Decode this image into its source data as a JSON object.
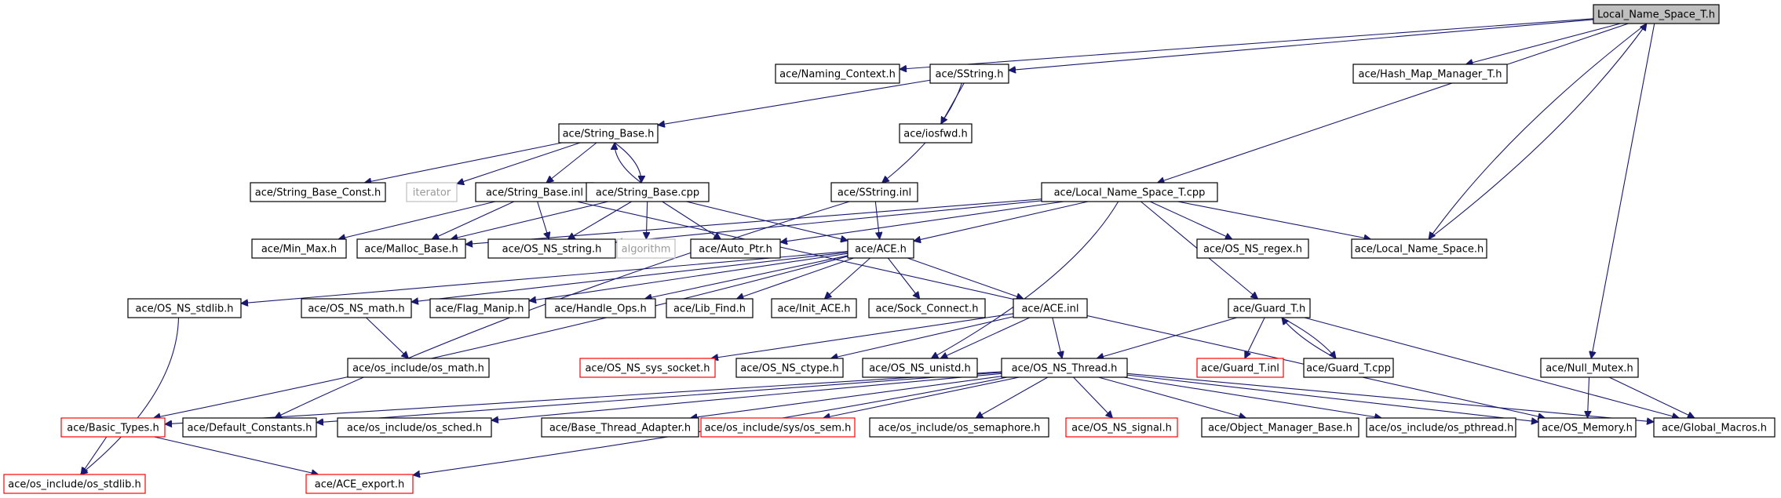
{
  "colors": {
    "edge": "#191970",
    "broken_border": "#ff0000",
    "system_border": "#bfbfbf",
    "root_fill": "#bfbfbf"
  },
  "nodes": {
    "root": {
      "label": "Local_Name_Space_T.h"
    },
    "naming_context": {
      "label": "ace/Naming_Context.h"
    },
    "sstring": {
      "label": "ace/SString.h"
    },
    "hash_map": {
      "label": "ace/Hash_Map_Manager_T.h"
    },
    "string_base": {
      "label": "ace/String_Base.h"
    },
    "iosfwd": {
      "label": "ace/iosfwd.h"
    },
    "string_base_const": {
      "label": "ace/String_Base_Const.h"
    },
    "iterator": {
      "label": "iterator"
    },
    "string_base_inl": {
      "label": "ace/String_Base.inl"
    },
    "string_base_cpp": {
      "label": "ace/String_Base.cpp"
    },
    "sstring_inl": {
      "label": "ace/SString.inl"
    },
    "local_ns_cpp": {
      "label": "ace/Local_Name_Space_T.cpp"
    },
    "min_max": {
      "label": "ace/Min_Max.h"
    },
    "malloc_base": {
      "label": "ace/Malloc_Base.h"
    },
    "os_ns_string": {
      "label": "ace/OS_NS_string.h"
    },
    "algorithm": {
      "label": "algorithm"
    },
    "auto_ptr": {
      "label": "ace/Auto_Ptr.h"
    },
    "ace_h": {
      "label": "ace/ACE.h"
    },
    "os_ns_regex": {
      "label": "ace/OS_NS_regex.h"
    },
    "local_ns_h": {
      "label": "ace/Local_Name_Space.h"
    },
    "os_ns_stdlib": {
      "label": "ace/OS_NS_stdlib.h"
    },
    "os_ns_math": {
      "label": "ace/OS_NS_math.h"
    },
    "flag_manip": {
      "label": "ace/Flag_Manip.h"
    },
    "handle_ops": {
      "label": "ace/Handle_Ops.h"
    },
    "lib_find": {
      "label": "ace/Lib_Find.h"
    },
    "init_ace": {
      "label": "ace/Init_ACE.h"
    },
    "sock_connect": {
      "label": "ace/Sock_Connect.h"
    },
    "ace_inl": {
      "label": "ace/ACE.inl"
    },
    "guard_t_h": {
      "label": "ace/Guard_T.h"
    },
    "os_math": {
      "label": "ace/os_include/os_math.h"
    },
    "os_ns_sys_socket": {
      "label": "ace/OS_NS_sys_socket.h"
    },
    "os_ns_ctype": {
      "label": "ace/OS_NS_ctype.h"
    },
    "os_ns_unistd": {
      "label": "ace/OS_NS_unistd.h"
    },
    "guard_t_inl": {
      "label": "ace/Guard_T.inl"
    },
    "guard_t_cpp": {
      "label": "ace/Guard_T.cpp"
    },
    "null_mutex": {
      "label": "ace/Null_Mutex.h"
    },
    "os_ns_thread": {
      "label": "ace/OS_NS_Thread.h"
    },
    "basic_types": {
      "label": "ace/Basic_Types.h"
    },
    "default_constants": {
      "label": "ace/Default_Constants.h"
    },
    "os_sched": {
      "label": "ace/os_include/os_sched.h"
    },
    "base_thread_adapter": {
      "label": "ace/Base_Thread_Adapter.h"
    },
    "os_sys_sem": {
      "label": "ace/os_include/sys/os_sem.h"
    },
    "os_semaphore": {
      "label": "ace/os_include/os_semaphore.h"
    },
    "os_ns_signal": {
      "label": "ace/OS_NS_signal.h"
    },
    "object_manager_base": {
      "label": "ace/Object_Manager_Base.h"
    },
    "os_pthread": {
      "label": "ace/os_include/os_pthread.h"
    },
    "os_memory": {
      "label": "ace/OS_Memory.h"
    },
    "global_macros": {
      "label": "ace/Global_Macros.h"
    },
    "os_stdlib": {
      "label": "ace/os_include/os_stdlib.h"
    },
    "ace_export": {
      "label": "ace/ACE_export.h"
    }
  },
  "edges": [
    [
      "root",
      "naming_context"
    ],
    [
      "root",
      "sstring"
    ],
    [
      "root",
      "hash_map"
    ],
    [
      "root",
      "local_ns_cpp"
    ],
    [
      "root",
      "local_ns_h"
    ],
    [
      "root",
      "null_mutex"
    ],
    [
      "local_ns_h",
      "root"
    ],
    [
      "sstring",
      "string_base"
    ],
    [
      "sstring",
      "iosfwd"
    ],
    [
      "sstring",
      "sstring_inl"
    ],
    [
      "string_base",
      "string_base_const"
    ],
    [
      "string_base",
      "iterator"
    ],
    [
      "string_base",
      "string_base_inl"
    ],
    [
      "string_base",
      "string_base_cpp"
    ],
    [
      "string_base_cpp",
      "string_base"
    ],
    [
      "string_base_inl",
      "min_max"
    ],
    [
      "string_base_inl",
      "malloc_base"
    ],
    [
      "string_base_inl",
      "os_ns_string"
    ],
    [
      "string_base_inl",
      "os_memory"
    ],
    [
      "string_base_cpp",
      "malloc_base"
    ],
    [
      "string_base_cpp",
      "os_ns_string"
    ],
    [
      "string_base_cpp",
      "algorithm"
    ],
    [
      "string_base_cpp",
      "auto_ptr"
    ],
    [
      "string_base_cpp",
      "ace_h"
    ],
    [
      "sstring_inl",
      "ace_h"
    ],
    [
      "sstring_inl",
      "default_constants"
    ],
    [
      "local_ns_cpp",
      "malloc_base"
    ],
    [
      "local_ns_cpp",
      "os_ns_string"
    ],
    [
      "local_ns_cpp",
      "auto_ptr"
    ],
    [
      "local_ns_cpp",
      "ace_h"
    ],
    [
      "local_ns_cpp",
      "os_ns_regex"
    ],
    [
      "local_ns_cpp",
      "local_ns_h"
    ],
    [
      "local_ns_cpp",
      "guard_t_h"
    ],
    [
      "local_ns_cpp",
      "os_ns_unistd"
    ],
    [
      "ace_h",
      "basic_types"
    ],
    [
      "ace_h",
      "os_ns_stdlib"
    ],
    [
      "ace_h",
      "os_ns_math"
    ],
    [
      "ace_h",
      "flag_manip"
    ],
    [
      "ace_h",
      "handle_ops"
    ],
    [
      "ace_h",
      "lib_find"
    ],
    [
      "ace_h",
      "init_ace"
    ],
    [
      "ace_h",
      "sock_connect"
    ],
    [
      "ace_h",
      "ace_inl"
    ],
    [
      "os_ns_stdlib",
      "os_stdlib"
    ],
    [
      "os_ns_math",
      "os_math"
    ],
    [
      "ace_inl",
      "os_ns_sys_socket"
    ],
    [
      "ace_inl",
      "os_ns_ctype"
    ],
    [
      "ace_inl",
      "os_ns_unistd"
    ],
    [
      "ace_inl",
      "os_ns_thread"
    ],
    [
      "guard_t_h",
      "guard_t_inl"
    ],
    [
      "guard_t_h",
      "guard_t_cpp"
    ],
    [
      "guard_t_cpp",
      "guard_t_h"
    ],
    [
      "guard_t_h",
      "os_ns_thread"
    ],
    [
      "guard_t_h",
      "global_macros"
    ],
    [
      "null_mutex",
      "os_memory"
    ],
    [
      "null_mutex",
      "global_macros"
    ],
    [
      "os_ns_thread",
      "basic_types"
    ],
    [
      "os_ns_thread",
      "default_constants"
    ],
    [
      "os_ns_thread",
      "os_sched"
    ],
    [
      "os_ns_thread",
      "base_thread_adapter"
    ],
    [
      "os_ns_thread",
      "os_sys_sem"
    ],
    [
      "os_ns_thread",
      "os_semaphore"
    ],
    [
      "os_ns_thread",
      "os_ns_signal"
    ],
    [
      "os_ns_thread",
      "object_manager_base"
    ],
    [
      "os_ns_thread",
      "os_pthread"
    ],
    [
      "os_ns_thread",
      "os_memory"
    ],
    [
      "os_ns_thread",
      "global_macros"
    ],
    [
      "os_ns_thread",
      "ace_export"
    ],
    [
      "basic_types",
      "os_stdlib"
    ],
    [
      "basic_types",
      "ace_export"
    ]
  ]
}
